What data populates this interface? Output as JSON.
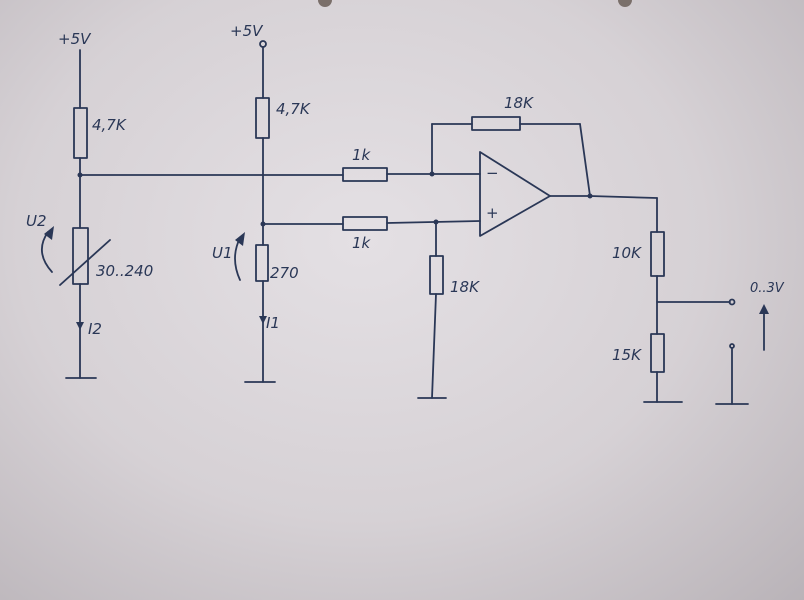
{
  "supply": {
    "left": "+5V",
    "middle": "+5V"
  },
  "labels": {
    "r_top_left": "4,7K",
    "r_top_mid": "4,7K",
    "r_feedback": "18K",
    "r_in_minus": "1k",
    "r_in_plus": "1k",
    "r_ground_plus": "18K",
    "r_out_top": "10K",
    "r_out_bottom": "15K",
    "sensor_range": "30..240",
    "r_ref": "270",
    "u2": "U2",
    "u1": "U1",
    "i2": "I2",
    "i1": "I1",
    "opamp_minus": "−",
    "opamp_plus": "+",
    "output_range": "0..3V"
  },
  "colors": {
    "ink": "#2a3756",
    "paper": "#dcd7db"
  }
}
